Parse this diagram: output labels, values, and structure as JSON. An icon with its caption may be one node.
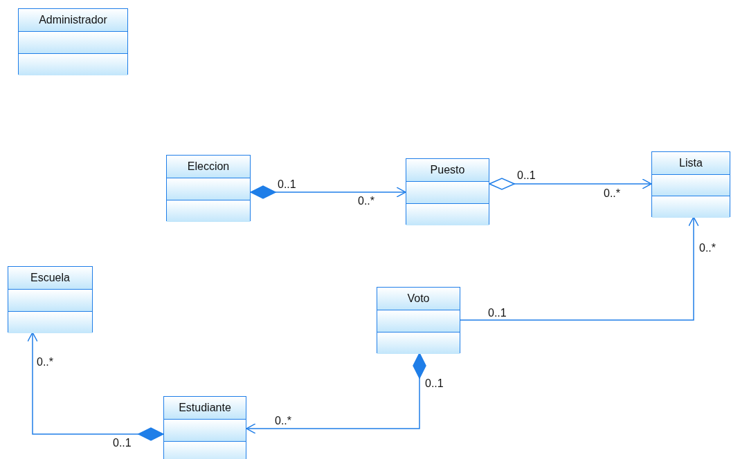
{
  "diagram": {
    "nodes": [
      {
        "text": [
          "Administrador"
        ]
      },
      {
        "text": [
          "Eleccion"
        ]
      },
      {
        "text": [
          "Puesto"
        ]
      },
      {
        "text": [
          "Lista"
        ]
      },
      {
        "text": [
          "Escuela"
        ]
      },
      {
        "text": [
          "Voto"
        ]
      },
      {
        "text": [
          "Estudiante"
        ]
      }
    ],
    "edges": [
      {
        "from": 1,
        "to": 2,
        "arrow": "to"
      },
      {
        "from": 2,
        "to": 3,
        "arrow": "to"
      },
      {
        "from": 5,
        "to": 3,
        "arrow": "to"
      },
      {
        "from": 5,
        "to": 6,
        "arrow": "to"
      },
      {
        "from": 6,
        "to": 4,
        "arrow": "to"
      }
    ],
    "labels": [
      "0..1",
      "0..1",
      "0..*",
      "0..*",
      "0..*",
      "0..1",
      "0..*",
      "0..1",
      "0..*",
      "0..1"
    ]
  }
}
